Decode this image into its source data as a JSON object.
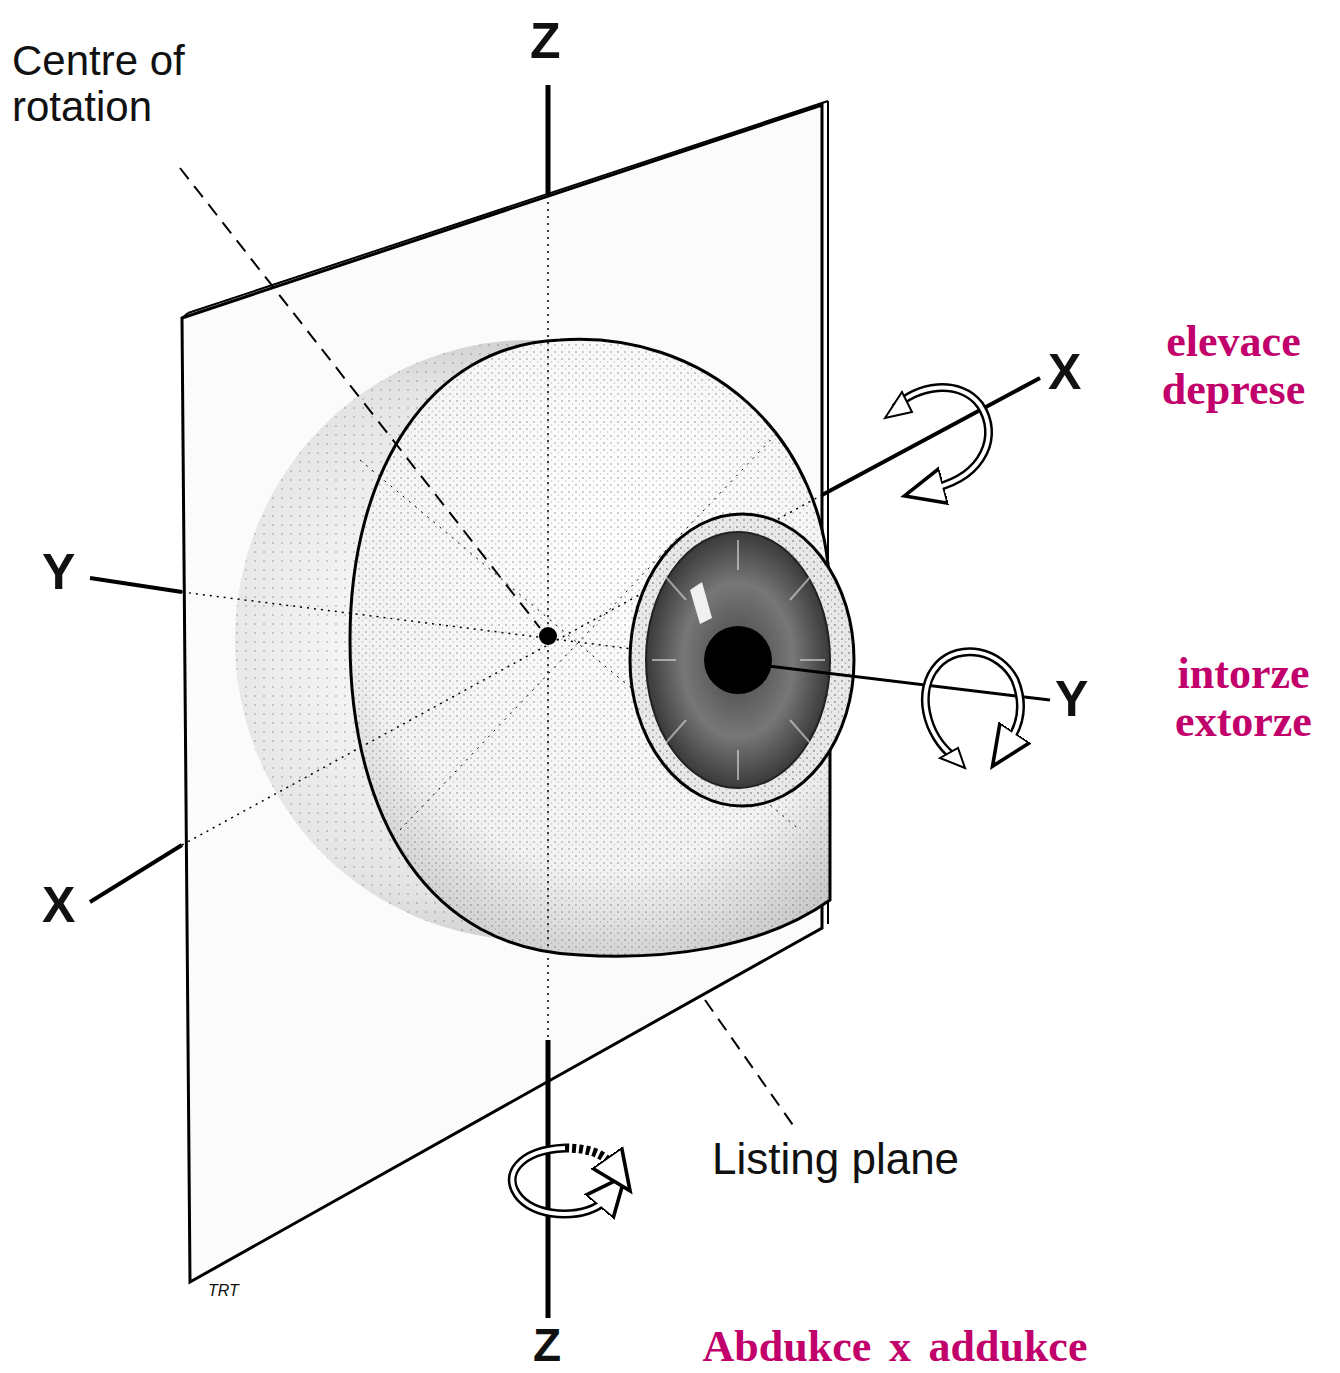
{
  "diagram": {
    "labels": [
      "Centre of rotation",
      "Z",
      "X",
      "elevace deprese",
      "Y",
      "X",
      "intorze extorze",
      "Y",
      "Listing plane",
      "TRT",
      "Z",
      "Abdukce x addukce"
    ]
  }
}
